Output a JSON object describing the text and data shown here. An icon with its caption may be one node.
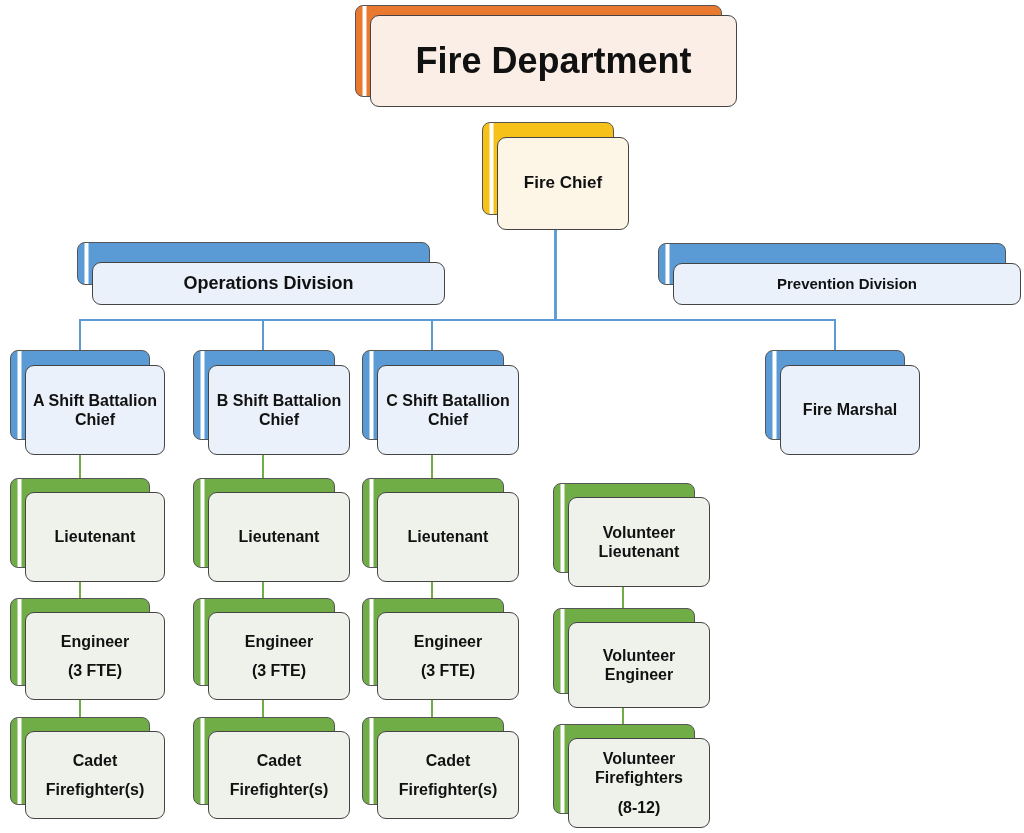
{
  "diagram": {
    "nodes": [
      {
        "text": [
          "Fire Department"
        ]
      },
      {
        "text": [
          "Fire Chief"
        ]
      },
      {
        "text": [
          "Operations Division"
        ]
      },
      {
        "text": [
          "Prevention Division"
        ]
      },
      {
        "text": [
          "A Shift Battalion Chief"
        ]
      },
      {
        "text": [
          "B Shift Battalion Chief"
        ]
      },
      {
        "text": [
          "C Shift Batallion Chief"
        ]
      },
      {
        "text": [
          "Fire Marshal"
        ]
      },
      {
        "text": [
          "Lieutenant"
        ]
      },
      {
        "text": [
          "Lieutenant"
        ]
      },
      {
        "text": [
          "Lieutenant"
        ]
      },
      {
        "text": [
          "Volunteer Lieutenant"
        ]
      },
      {
        "text": [
          "Engineer",
          "(3 FTE)"
        ]
      },
      {
        "text": [
          "Engineer",
          "(3 FTE)"
        ]
      },
      {
        "text": [
          "Engineer",
          "(3 FTE)"
        ]
      },
      {
        "text": [
          "Volunteer Engineer"
        ]
      },
      {
        "text": [
          "Cadet",
          "Firefighter(s)"
        ]
      },
      {
        "text": [
          "Cadet",
          "Firefighter(s)"
        ]
      },
      {
        "text": [
          "Cadet",
          "Firefighter(s)"
        ]
      },
      {
        "text": [
          "Volunteer Firefighters",
          "(8-12)"
        ]
      }
    ],
    "edges": [
      {
        "from": 1,
        "to": 4,
        "arrow": "none",
        "color": "#5b9bd5"
      },
      {
        "from": 1,
        "to": 5,
        "arrow": "none",
        "color": "#5b9bd5"
      },
      {
        "from": 1,
        "to": 6,
        "arrow": "none",
        "color": "#5b9bd5"
      },
      {
        "from": 1,
        "to": 7,
        "arrow": "none",
        "color": "#5b9bd5"
      },
      {
        "from": 4,
        "to": 8,
        "arrow": "none"
      },
      {
        "from": 5,
        "to": 9,
        "arrow": "none"
      },
      {
        "from": 6,
        "to": 10,
        "arrow": "none"
      },
      {
        "from": 8,
        "to": 12,
        "arrow": "none"
      },
      {
        "from": 9,
        "to": 13,
        "arrow": "none"
      },
      {
        "from": 10,
        "to": 14,
        "arrow": "none"
      },
      {
        "from": 12,
        "to": 16,
        "arrow": "none"
      },
      {
        "from": 13,
        "to": 17,
        "arrow": "none"
      },
      {
        "from": 14,
        "to": 18,
        "arrow": "none"
      },
      {
        "from": 11,
        "to": 15,
        "arrow": "none"
      },
      {
        "from": 15,
        "to": 19,
        "arrow": "none"
      }
    ]
  }
}
